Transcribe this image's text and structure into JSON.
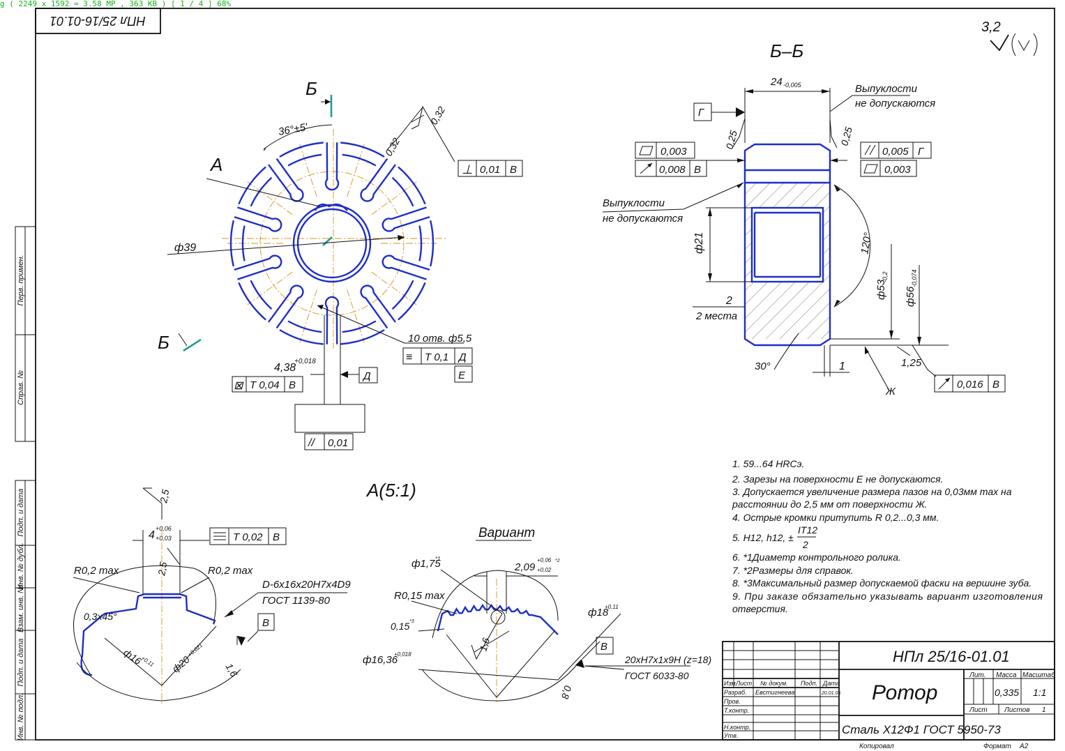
{
  "viewer": {
    "status": "g ( 2249 x 1592 = 3.58 MP , 363 KB ) [ 1 / 4 ] 68%"
  },
  "colors": {
    "part": "#1e2ec8",
    "centerline": "#d9931c",
    "section_mark": "#1f9e94",
    "status": "#19b319"
  },
  "drawing": {
    "code_box": "НПл 25/16-01.01",
    "roughness_general": "3,2",
    "section_title": "Б–Б",
    "detail_title": "А(5:1)",
    "variant_title": "Вариант",
    "section_marks": {
      "b_top": "Б",
      "b_bottom": "Б",
      "a": "А"
    },
    "front_view": {
      "angle_dim": "36°±5'",
      "roughness": "0,32",
      "roughness_2": "0,32",
      "dia_39": "ф39",
      "holes_note": "10 отв. ф5,5",
      "width_dim_main": "4,38",
      "width_dim_tol": "+0,018",
      "datum_d": "Д",
      "datum_e": "Е",
      "fcf_perp": {
        "sym": "⊥",
        "val": "0,01",
        "datum": "В"
      },
      "fcf_pos": {
        "sym": "⊠",
        "val": "Т 0,04",
        "datum": "В"
      },
      "fcf_sym": {
        "sym": "≡",
        "val": "Т 0,1",
        "datum": "Д"
      },
      "fcf_par": {
        "sym": "//",
        "val": "0,01"
      }
    },
    "section_view": {
      "width_dim": "24",
      "width_tol": "-0,005",
      "note_top_1": "Выпуклости",
      "note_top_2": "не допускаются",
      "note_left_1": "Выпуклости",
      "note_left_2": "не допускаются",
      "datum_g": "Г",
      "rough_left": "0,25",
      "rough_right": "0,25",
      "fcf_flat_l": {
        "val": "0,003"
      },
      "fcf_run_l": {
        "val": "0,008",
        "datum": "В"
      },
      "fcf_par_r": {
        "val": "0,005",
        "datum": "Г"
      },
      "fcf_flat_r": {
        "val": "0,003"
      },
      "fcf_run_b": {
        "val": "0,016",
        "datum": "В"
      },
      "dia_21": "ф21",
      "dia_53": "ф53",
      "dia_53_tol": "-0,2",
      "dia_56": "ф56",
      "dia_56_tol": "-0,074",
      "angle_120": "120°",
      "dim_2": "2",
      "two_places": "2 места",
      "angle_30": "30°",
      "dim_1": "1",
      "dim_125": "1,25",
      "mark_zh": "Ж"
    },
    "detail_a": {
      "rough_25a": "2,5",
      "rough_25b": "2,5",
      "slot_main": "4",
      "slot_up": "+0,06",
      "slot_dn": "+0,03",
      "fcf_sym": {
        "val": "Т 0,02",
        "datum": "В"
      },
      "r_left": "R0,2 max",
      "r_right": "R0,2 max",
      "spline_1": "D-6x16x20H7x4D9",
      "spline_2": "ГОСТ 1139-80",
      "chamfer": "0,3x45°",
      "dia_16": "ф16",
      "dia_16_tol": "+0,11",
      "dia_20": "ф20",
      "dia_20_tol": "+0,021",
      "rough_16": "1,6",
      "datum_b": "В"
    },
    "variant": {
      "dia_175": "ф1,75",
      "dia_175_note": "*1",
      "dim_209": "2,09",
      "dim_209_up": "+0,06",
      "dim_209_note": "*2",
      "dim_209_dn": "+0,02",
      "r_015": "R0,15 max",
      "dim_015": "0,15",
      "dim_015_note": "*3",
      "dia_18": "ф18",
      "dia_18_tol": "+0,11",
      "dia_1636": "ф16,36",
      "dia_1636_tol": "+0,018",
      "rough_16": "1,6",
      "rough_08": "0,8",
      "spline_1": "20хН7х1х9Н (z=18)",
      "spline_2": "ГОСТ 6033-80",
      "datum_b": "В"
    },
    "notes": [
      "1. 59...64 HRCэ.",
      "2. Зарезы на поверхности Е не допускаются.",
      "3. Допускается увеличение размера пазов на 0,03мм max на",
      "расстоянии до 2,5 мм от поверхности Ж.",
      "4. Острые кромки притупить R 0,2...0,3 мм.",
      "5. Н12, h12, ±",
      "6. *1Диаметр контрольного ролика.",
      "7. *2Размеры для справок.",
      "8. *3Максимальный размер допускаемой фаски на вершине зуба.",
      "9. При заказе обязательно указывать вариант изготовления",
      "отверстия."
    ],
    "note5_frac": {
      "num": "IT12",
      "den": "2"
    },
    "side_labels": [
      "Перв. примен.",
      "Справ. №",
      "Подп. и дата",
      "Инв. № дубл.",
      "Взам. инв. №",
      "Подп. и дата",
      "Инв. № подл."
    ],
    "title_block": {
      "designation": "НПл 25/16-01.01",
      "name": "Ротор",
      "material": "Сталь Х12Ф1 ГОСТ 5950-73",
      "col_izm": "Изм.",
      "col_list": "Лист",
      "col_doc": "№ докум.",
      "col_sign": "Подп.",
      "col_date": "Дата",
      "row_razrab": "Разраб.",
      "razrab_name": "Евстигнеева",
      "razrab_date": "20.01.05",
      "row_prov": "Пров.",
      "row_tkontr": "Т.контр.",
      "row_nkontr": "Н.контр.",
      "row_utv": "Утв.",
      "lit": "Лит.",
      "massa": "Масса",
      "masshtab": "Масштаб",
      "mass_val": "0,335",
      "scale_val": "1:1",
      "sheet": "Лист",
      "sheets": "Листов",
      "sheets_val": "1",
      "kopiroval": "Копировал",
      "format": "Формат",
      "format_val": "A2"
    }
  }
}
